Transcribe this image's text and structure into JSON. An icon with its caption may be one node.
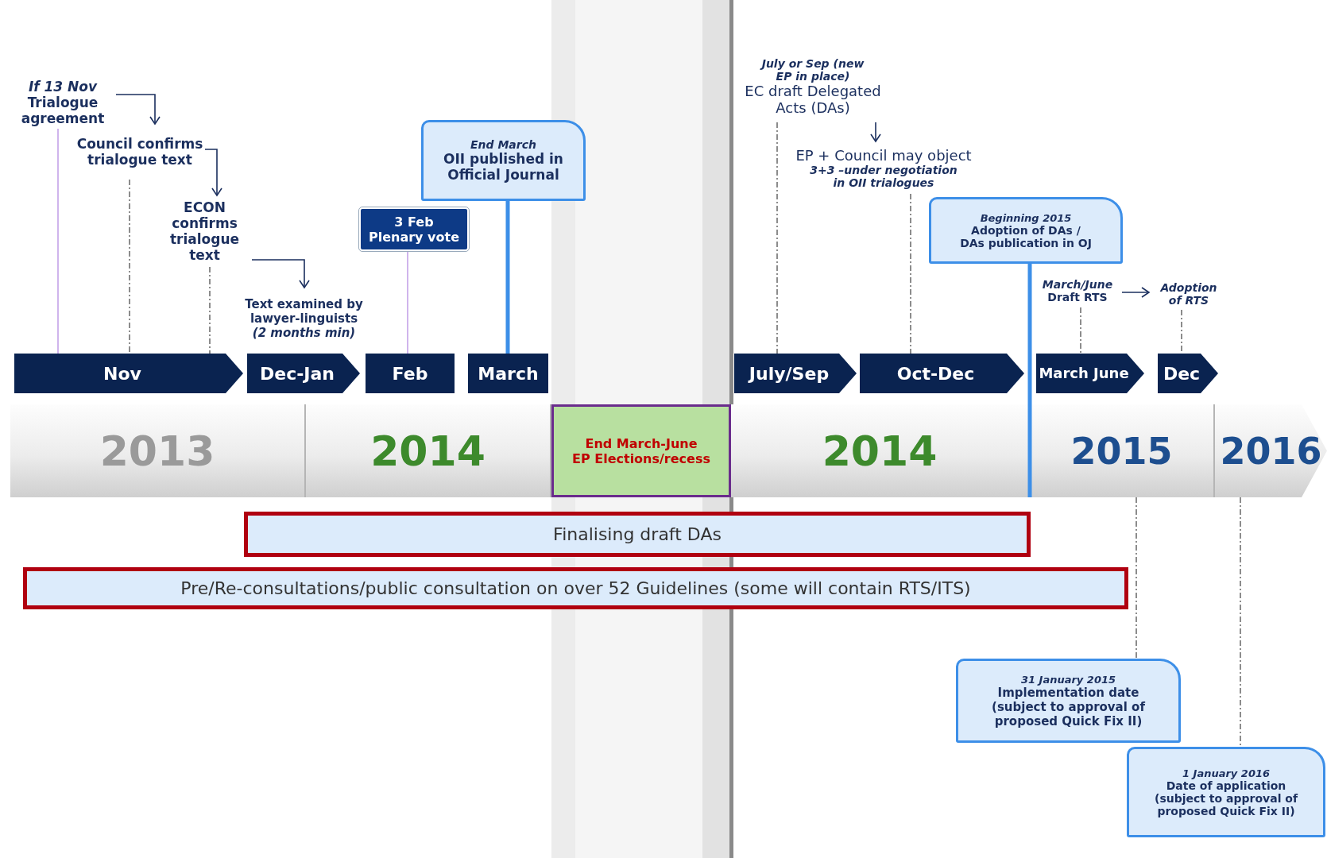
{
  "diagram": {
    "nodes": [
      {
        "text": [
          "If 13 Nov",
          "Trialogue agreement"
        ]
      },
      {
        "text": [
          "Council confirms trialogue text"
        ]
      },
      {
        "text": [
          "ECON confirms trialogue text"
        ]
      },
      {
        "text": [
          "Text examined by lawyer-linguists",
          "(2 months min)"
        ]
      },
      {
        "text": [
          "End March",
          "OII published in Official Journal"
        ]
      },
      {
        "text": [
          "3 Feb Plenary vote"
        ]
      },
      {
        "text": [
          "July or Sep (new EP in place)",
          "EC draft Delegated Acts (DAs)"
        ]
      },
      {
        "text": [
          "EP + Council may object",
          "3+3 –under negotiation in OII trialogues"
        ]
      },
      {
        "text": [
          "Beginning 2015",
          "Adoption of DAs / DAs publication in OJ"
        ]
      },
      {
        "text": [
          "March/June",
          "Draft RTS"
        ]
      },
      {
        "text": [
          "Adoption of RTS"
        ]
      },
      {
        "text": [
          "Nov"
        ]
      },
      {
        "text": [
          "Dec-Jan"
        ]
      },
      {
        "text": [
          "Feb"
        ]
      },
      {
        "text": [
          "March"
        ]
      },
      {
        "text": [
          "July/Sep"
        ]
      },
      {
        "text": [
          "Oct-Dec"
        ]
      },
      {
        "text": [
          "March June"
        ]
      },
      {
        "text": [
          "Dec"
        ]
      },
      {
        "text": [
          "2013"
        ]
      },
      {
        "text": [
          "2014"
        ]
      },
      {
        "text": [
          "End March-June EP Elections/recess"
        ]
      },
      {
        "text": [
          "2014"
        ]
      },
      {
        "text": [
          "2015"
        ]
      },
      {
        "text": [
          "2016"
        ]
      },
      {
        "text": [
          "Finalising draft DAs"
        ]
      },
      {
        "text": [
          "Pre/Re-consultations/public consultation on over 52 Guidelines (some will contain RTS/ITS)"
        ]
      },
      {
        "text": [
          "31 January 2015",
          "Implementation date (subject to approval of proposed Quick Fix II)"
        ]
      },
      {
        "text": [
          "1 January 2016",
          "Date of application (subject to approval of proposed Quick Fix II)"
        ]
      }
    ],
    "edges": [
      {
        "from": 0,
        "to": 1,
        "arrow": "to",
        "color": "#1b2f5e"
      },
      {
        "from": 1,
        "to": 2,
        "arrow": "to",
        "color": "#1b2f5e"
      },
      {
        "from": 2,
        "to": 3,
        "arrow": "to",
        "color": "#1b2f5e"
      },
      {
        "from": 6,
        "to": 7,
        "arrow": "to",
        "color": "#1b2f5e"
      },
      {
        "from": 9,
        "to": 10,
        "arrow": "to",
        "color": "#1b2f5e"
      },
      {
        "from": 0,
        "to": 11,
        "arrow": "none",
        "color": "#c4a2e8"
      },
      {
        "from": 1,
        "to": 11,
        "arrow": "none",
        "style": "dashed"
      },
      {
        "from": 2,
        "to": 11,
        "arrow": "none",
        "style": "dashed"
      },
      {
        "from": 5,
        "to": 13,
        "arrow": "none",
        "color": "#c4a2e8"
      },
      {
        "from": 4,
        "to": 14,
        "arrow": "none",
        "style": "thick",
        "color": "#3d8fe8"
      },
      {
        "from": 6,
        "to": 15,
        "arrow": "none",
        "style": "dashed"
      },
      {
        "from": 7,
        "to": 16,
        "arrow": "none",
        "style": "dashed"
      },
      {
        "from": 8,
        "to": 23,
        "arrow": "none",
        "style": "thick",
        "color": "#3d8fe8"
      },
      {
        "from": 9,
        "to": 17,
        "arrow": "none",
        "style": "dashed"
      },
      {
        "from": 10,
        "to": 18,
        "arrow": "none",
        "style": "dashed"
      },
      {
        "from": 23,
        "to": 27,
        "arrow": "none",
        "style": "dashed"
      },
      {
        "from": 24,
        "to": 28,
        "arrow": "none",
        "style": "dashed"
      }
    ]
  }
}
